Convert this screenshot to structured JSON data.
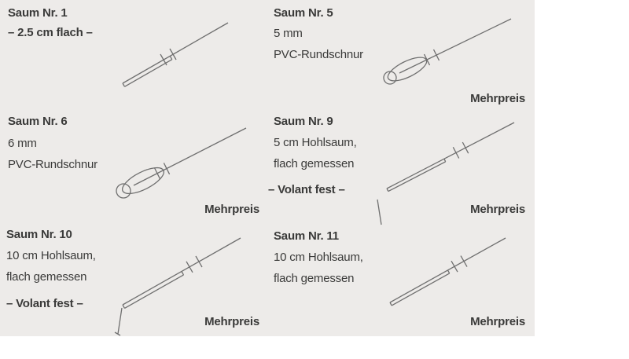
{
  "colors": {
    "sheet_background": "#ffffff",
    "panel_background": "#edebe9",
    "text": "#3a3a39",
    "line": "#6f6f6f"
  },
  "panels": [
    {
      "title": "Saum Nr. 1",
      "desc1": "– 2.5 cm flach –",
      "desc2": "",
      "volant": "",
      "surcharge": "",
      "drawing": "flat-seam"
    },
    {
      "title": "Saum Nr. 5",
      "desc1": "5 mm",
      "desc2": "PVC-Rundschnur",
      "volant": "",
      "surcharge": "Mehrpreis",
      "drawing": "seam-with-round-cord"
    },
    {
      "title": "Saum Nr. 6",
      "desc1": "6 mm",
      "desc2": "PVC-Rundschnur",
      "volant": "",
      "surcharge": "Mehrpreis",
      "drawing": "seam-with-round-cord"
    },
    {
      "title": "Saum Nr. 9",
      "desc1": "5 cm Hohlsaum,",
      "desc2": "flach gemessen",
      "volant": "– Volant fest –",
      "surcharge": "Mehrpreis",
      "drawing": "hollow-seam-with-volant"
    },
    {
      "title": "Saum Nr. 10",
      "desc1": "10 cm Hohlsaum,",
      "desc2": "flach gemessen",
      "volant": "– Volant fest –",
      "surcharge": "Mehrpreis",
      "drawing": "hollow-seam-with-volant"
    },
    {
      "title": "Saum Nr. 11",
      "desc1": "10 cm Hohlsaum,",
      "desc2": "flach gemessen",
      "volant": "",
      "surcharge": "Mehrpreis",
      "drawing": "hollow-seam"
    }
  ]
}
